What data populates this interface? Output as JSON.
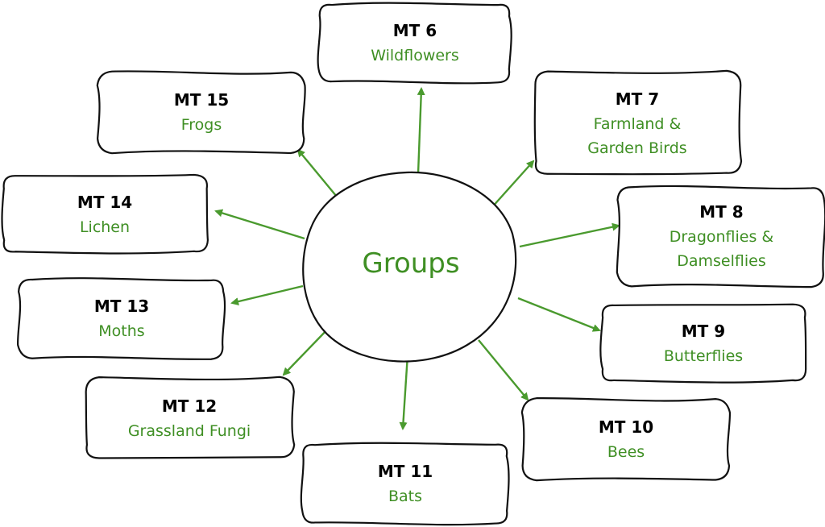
{
  "center": {
    "label": "Groups"
  },
  "colors": {
    "accent": "#3f8f24",
    "arrow": "#4a9a2e",
    "outline": "#111111"
  },
  "groups": [
    {
      "code": "MT 6",
      "lines": [
        "Wildflowers"
      ]
    },
    {
      "code": "MT 7",
      "lines": [
        "Farmland &",
        "Garden Birds"
      ]
    },
    {
      "code": "MT 8",
      "lines": [
        "Dragonflies &",
        "Damselflies"
      ]
    },
    {
      "code": "MT 9",
      "lines": [
        "Butterflies"
      ]
    },
    {
      "code": "MT 10",
      "lines": [
        "Bees"
      ]
    },
    {
      "code": "MT 11",
      "lines": [
        "Bats"
      ]
    },
    {
      "code": "MT 12",
      "lines": [
        "Grassland Fungi"
      ]
    },
    {
      "code": "MT 13",
      "lines": [
        "Moths"
      ]
    },
    {
      "code": "MT 14",
      "lines": [
        "Lichen"
      ]
    },
    {
      "code": "MT 15",
      "lines": [
        "Frogs"
      ]
    }
  ]
}
